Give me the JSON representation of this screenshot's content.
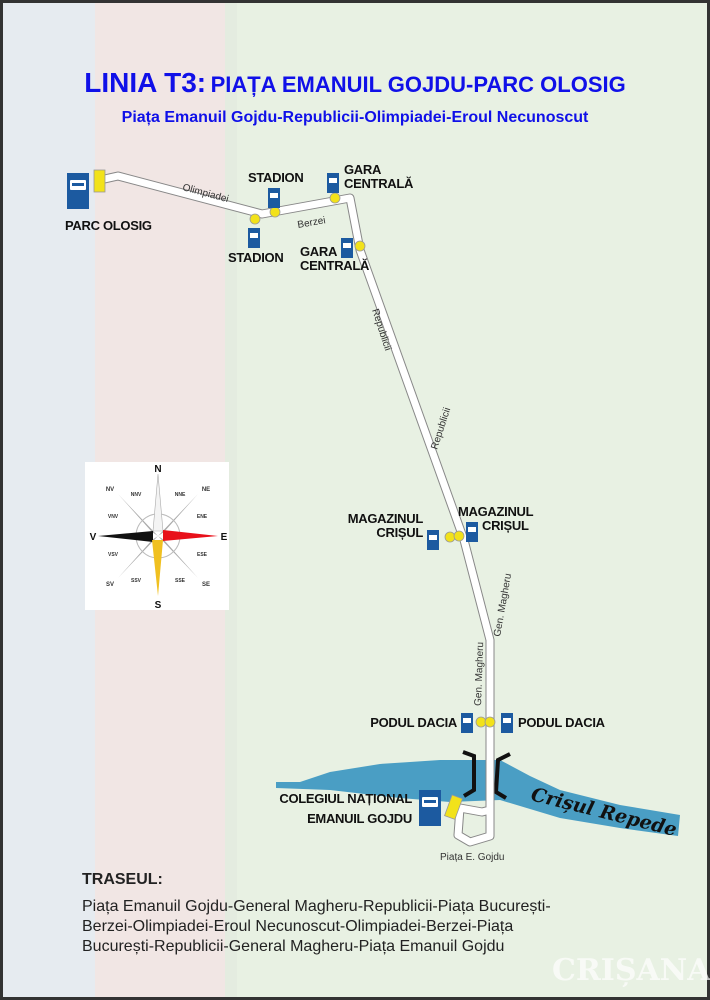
{
  "title": {
    "prefix": "LINIA T3:",
    "main": "PIAȚA EMANUIL GOJDU-PARC OLOSIG",
    "subtitle": "Piața Emanuil Gojdu-Republicii-Olimpiadei-Eroul Necunoscut"
  },
  "stops": {
    "parc_olosig": "PARC OLOSIG",
    "stadion_n": "STADION",
    "stadion_s": "STADION",
    "gara_n_1": "GARA",
    "gara_n_2": "CENTRALĂ",
    "gara_s_1": "GARA",
    "gara_s_2": "CENTRALĂ",
    "magazinul_w_1": "MAGAZINUL",
    "magazinul_w_2": "CRIȘUL",
    "magazinul_e_1": "MAGAZINUL",
    "magazinul_e_2": "CRIȘUL",
    "podul_w": "PODUL DACIA",
    "podul_e": "PODUL DACIA",
    "colegiu_1": "COLEGIUL NAȚIONAL",
    "colegiu_2": "EMANUIL GOJDU"
  },
  "streets": {
    "olimpiadei": "Olimpiadei",
    "berzei": "Berzei",
    "republicii_1": "Republicii",
    "republicii_2": "Republicii",
    "magheru_1": "Gen. Magheru",
    "magheru_2": "Gen. Magheru",
    "piata": "Piața E. Gojdu"
  },
  "river": "Crișul Repede",
  "compass": {
    "n": "N",
    "s": "S",
    "e": "E",
    "v": "V",
    "ne": "NE",
    "nv": "NV",
    "se": "SE",
    "sv": "SV",
    "nne": "NNE",
    "nnv": "NNV",
    "ene": "ENE",
    "vnv": "VNV",
    "ese": "ESE",
    "vsv": "VSV",
    "sse": "SSE",
    "ssv": "SSV"
  },
  "route": {
    "heading": "TRASEUL:",
    "lines": [
      "Piața Emanuil Gojdu-General Magheru-Republicii-Piața București-",
      "Berzei-Olimpiadei-Eroul   Necunoscut-Olimpiadei-Berzei-Piața",
      "București-Republicii-General Magheru-Piața Emanuil Gojdu"
    ]
  },
  "watermark": "CRIȘANA",
  "colors": {
    "title": "#1010e8",
    "stop_sign": "#1c5aa0",
    "stop_dot": "#f2e21a",
    "river": "#4a9ec4"
  }
}
